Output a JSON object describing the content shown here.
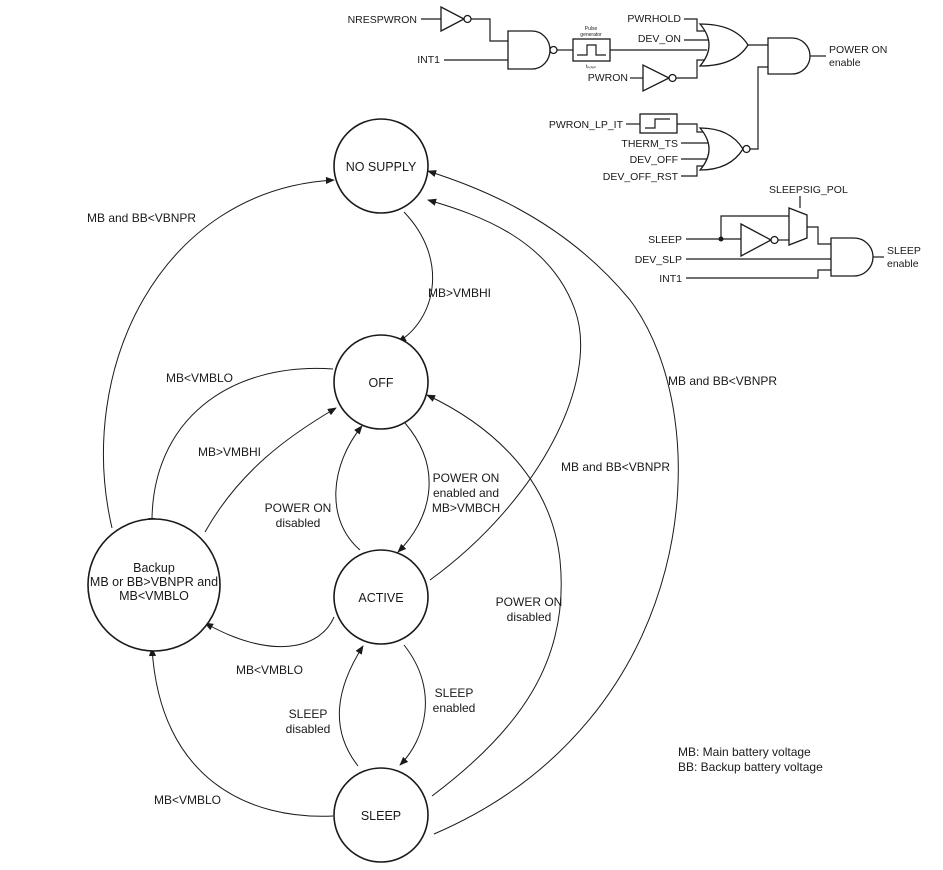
{
  "states": {
    "no_supply": "NO SUPPLY",
    "off": "OFF",
    "active": "ACTIVE",
    "sleep": "SLEEP",
    "backup": [
      "Backup",
      "MB or BB>VBNPR and",
      "MB<VMBLO"
    ]
  },
  "transitions": {
    "backup_to_nosupply": "MB and BB<VBNPR",
    "nosupply_to_off": "MB>VMBHI",
    "off_to_backup": "MB<VMBLO",
    "backup_to_off": "MB>VMBHI",
    "off_to_active": [
      "POWER ON",
      "enabled and",
      "MB>VMBCH"
    ],
    "active_to_off": [
      "POWER ON",
      "disabled"
    ],
    "active_to_nosupply": "MB and BB<VBNPR",
    "sleep_to_nosupply": "MB and BB<VBNPR",
    "sleep_to_off": [
      "POWER ON",
      "disabled"
    ],
    "active_to_backup": "MB<VMBLO",
    "active_to_sleep": [
      "SLEEP",
      "enabled"
    ],
    "sleep_to_active": [
      "SLEEP",
      "disabled"
    ],
    "sleep_to_backup": "MB<VMBLO"
  },
  "legend": [
    "MB: Main battery voltage",
    "BB: Backup battery voltage"
  ],
  "power_logic": {
    "inputs": {
      "nrespwron": "NRESPWRON",
      "int1": "INT1",
      "pwrhold": "PWRHOLD",
      "dev_on": "DEV_ON",
      "pwron": "PWRON",
      "pwron_lp_it": "PWRON_LP_IT",
      "therm_ts": "THERM_TS",
      "dev_off": "DEV_OFF",
      "dev_off_rst": "DEV_OFF_RST"
    },
    "pulse_generator": [
      "Pulse",
      "generator"
    ],
    "pulse_sub": "tₚₒₗₑₙ",
    "output": [
      "POWER ON",
      "enable"
    ]
  },
  "sleep_logic": {
    "inputs": {
      "sleep": "SLEEP",
      "dev_slp": "DEV_SLP",
      "int1": "INT1"
    },
    "mux_label": "SLEEPSIG_POL",
    "output": [
      "SLEEP",
      "enable"
    ]
  }
}
